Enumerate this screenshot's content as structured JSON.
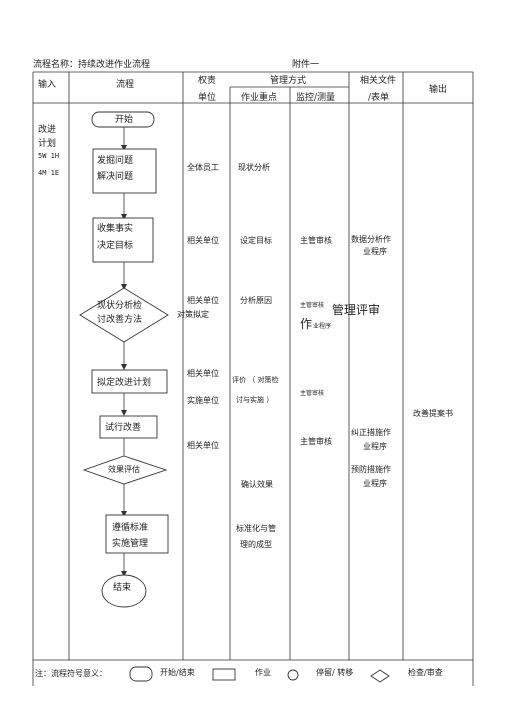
{
  "header": {
    "flow_name_label": "流程名称：持续改进作业流程",
    "attachment": "附件一"
  },
  "columns": {
    "input": "输入",
    "process": "流程",
    "rights_1": "权责",
    "rights_2": "单位",
    "mgmt_method": "管理方式",
    "work_focus": "作业重点",
    "monitor": "监控/测量",
    "docs_1": "相关文件",
    "docs_2": "/表单",
    "output": "输出"
  },
  "inputs": {
    "line1": "改进",
    "line2": "计划",
    "line3": "5W 1H",
    "line4": "4M 1E"
  },
  "flow": {
    "start": "开始",
    "step1_a": "发掘问题",
    "step1_b": "解决问题",
    "step2_a": "收集事实",
    "step2_b": "决定目标",
    "step3_a": "现状分析检",
    "step3_b": "讨改善方法",
    "step4": "拟定改进计划",
    "step5": "试行改善",
    "step6": "效果评估",
    "step7_a": "遵循标准",
    "step7_b": "实施管理",
    "end": "结束"
  },
  "units": {
    "r1": "全体员工",
    "r2": "相关单位",
    "r3": "相关单位",
    "r3b": "对策拟定",
    "r4a": "相关单位",
    "r4b": "实施单位",
    "r5": "相关单位"
  },
  "focus": {
    "r1": "现状分析",
    "r2": "设定目标",
    "r3": "分析原因",
    "r4a": "评价 （ 对策检",
    "r4b": "讨与实施 ）",
    "r6": "确认效果",
    "r7a": "标准化与管",
    "r7b": "理的成型"
  },
  "monitor": {
    "r2": "主管审核",
    "r3a": "主管审核",
    "r3big": "管理评审",
    "r3c_big": "作",
    "r3c_small": "业程序",
    "r4": "主管审核",
    "r5": "主管审核"
  },
  "docs": {
    "r2a": "数据分析作",
    "r2b": "业程序",
    "r5a": "纠正措施作",
    "r5b": "业程序",
    "r6a": "预防措施作",
    "r6b": "业程序"
  },
  "output": {
    "r1": "改善提案书"
  },
  "legend": {
    "label": "注：流程符号意义：",
    "start_end": "开始/结束",
    "work": "作业",
    "wait": "停留/ 转移",
    "check": "检查/审查"
  }
}
